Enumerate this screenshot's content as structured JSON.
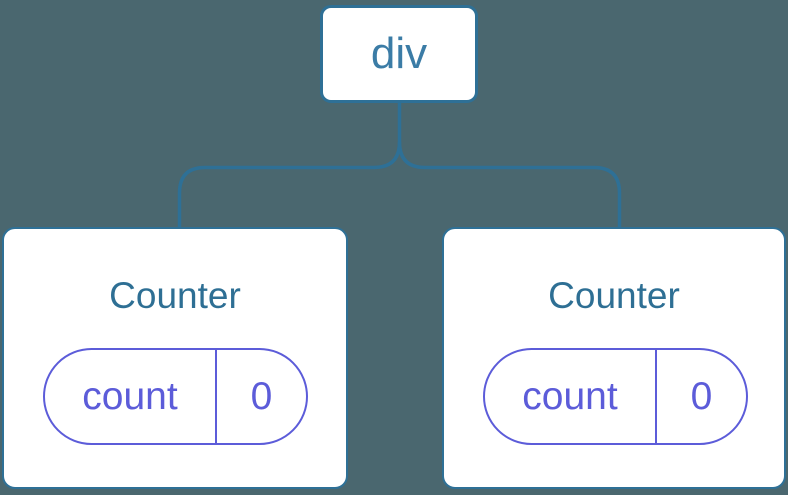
{
  "colors": {
    "background": "#4a676f",
    "node_fill": "#ffffff",
    "tree_blue": "#2e7096",
    "root_label_blue": "#3b7ca6",
    "component_title_blue": "#2e6f94",
    "state_purple": "#5c5cd9"
  },
  "tree": {
    "root": {
      "label": "div"
    },
    "children": [
      {
        "title": "Counter",
        "state": {
          "key": "count",
          "value": "0"
        }
      },
      {
        "title": "Counter",
        "state": {
          "key": "count",
          "value": "0"
        }
      }
    ]
  }
}
